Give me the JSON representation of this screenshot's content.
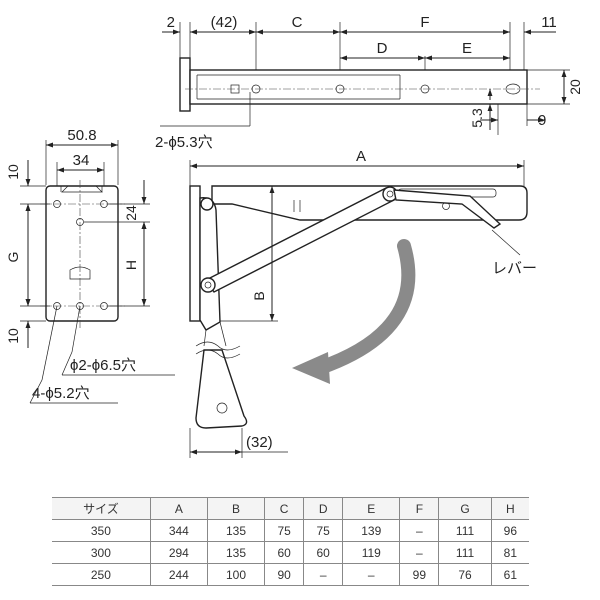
{
  "top_view": {
    "dims": {
      "d2": "2",
      "d42": "(42)",
      "C": "C",
      "F": "F",
      "d11": "11",
      "D": "D",
      "E": "E",
      "d20": "20",
      "d9": "9",
      "d53": "5.3"
    },
    "hole_label": "2-ϕ5.3穴"
  },
  "plate_view": {
    "dims": {
      "w508": "50.8",
      "w34": "34",
      "h10a": "10",
      "h24": "24",
      "G": "G",
      "H": "H",
      "h10b": "10"
    },
    "hole_label_a": "ϕ2-ϕ6.5穴",
    "hole_label_b": "4-ϕ5.2穴"
  },
  "side_view": {
    "dims": {
      "A": "A",
      "B": "B",
      "d32": "(32)"
    },
    "lever_label": "レバー"
  },
  "table": {
    "headers": [
      "サイズ",
      "A",
      "B",
      "C",
      "D",
      "E",
      "F",
      "G",
      "H"
    ],
    "rows": [
      [
        "350",
        "344",
        "135",
        "75",
        "75",
        "139",
        "–",
        "111",
        "96"
      ],
      [
        "300",
        "294",
        "135",
        "60",
        "60",
        "119",
        "–",
        "111",
        "81"
      ],
      [
        "250",
        "244",
        "100",
        "90",
        "–",
        "–",
        "99",
        "76",
        "61"
      ]
    ]
  }
}
